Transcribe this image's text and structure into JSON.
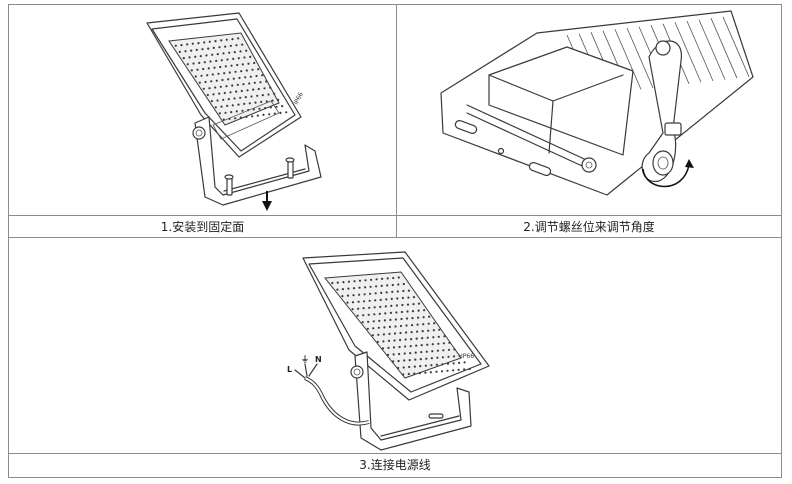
{
  "steps": [
    {
      "caption": "1.安装到固定面"
    },
    {
      "caption": "2.调节螺丝位来调节角度"
    },
    {
      "caption": "3.连接电源线"
    }
  ],
  "product": {
    "ip_rating": "IP66"
  },
  "wires": {
    "live": "L",
    "earth": "⏚",
    "neutral": "N"
  }
}
